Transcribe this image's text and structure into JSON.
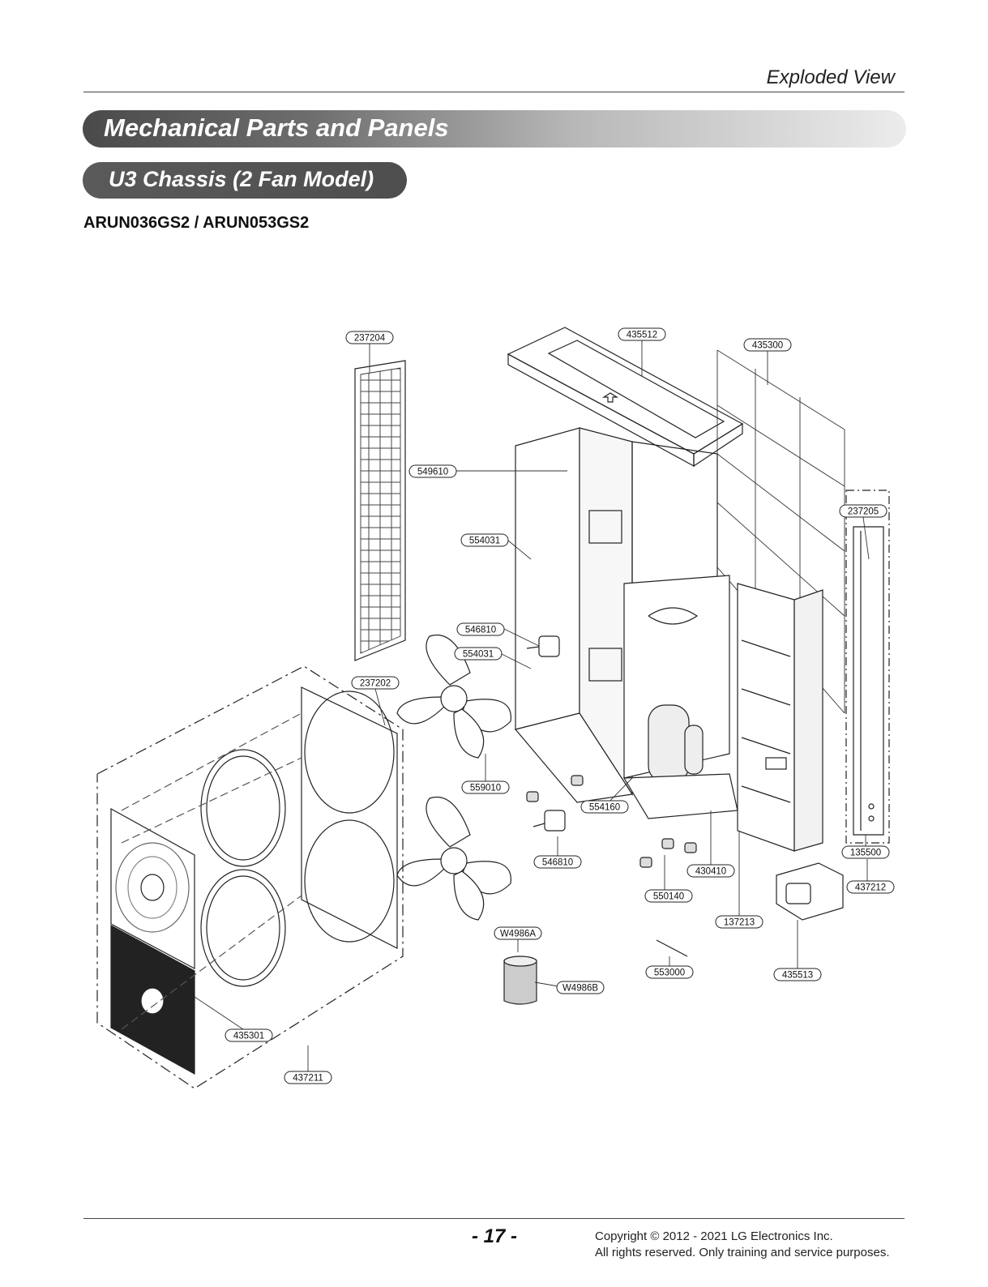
{
  "header": {
    "section": "Exploded View"
  },
  "banner": {
    "title": "Mechanical Parts and Panels"
  },
  "subtitle": {
    "label": "U3 Chassis (2 Fan Model)"
  },
  "models": "ARUN036GS2 / ARUN053GS2",
  "callouts": {
    "c237204": "237204",
    "c435512": "435512",
    "c435300": "435300",
    "c549610": "549610",
    "c237205": "237205",
    "c554031a": "554031",
    "c546810a": "546810",
    "c554031b": "554031",
    "c237202": "237202",
    "c559010": "559010",
    "c554160": "554160",
    "c546810b": "546810",
    "c430410": "430410",
    "c135500": "135500",
    "c437212": "437212",
    "c550140": "550140",
    "c137213": "137213",
    "cW4986A": "W4986A",
    "c553000": "553000",
    "c435513": "435513",
    "cW4986B": "W4986B",
    "c435301": "435301",
    "c437211": "437211"
  },
  "footer": {
    "page": "- 17 -",
    "copyright": "Copyright © 2012 - 2021 LG Electronics Inc.",
    "rights": "All rights reserved. Only training and service purposes."
  }
}
